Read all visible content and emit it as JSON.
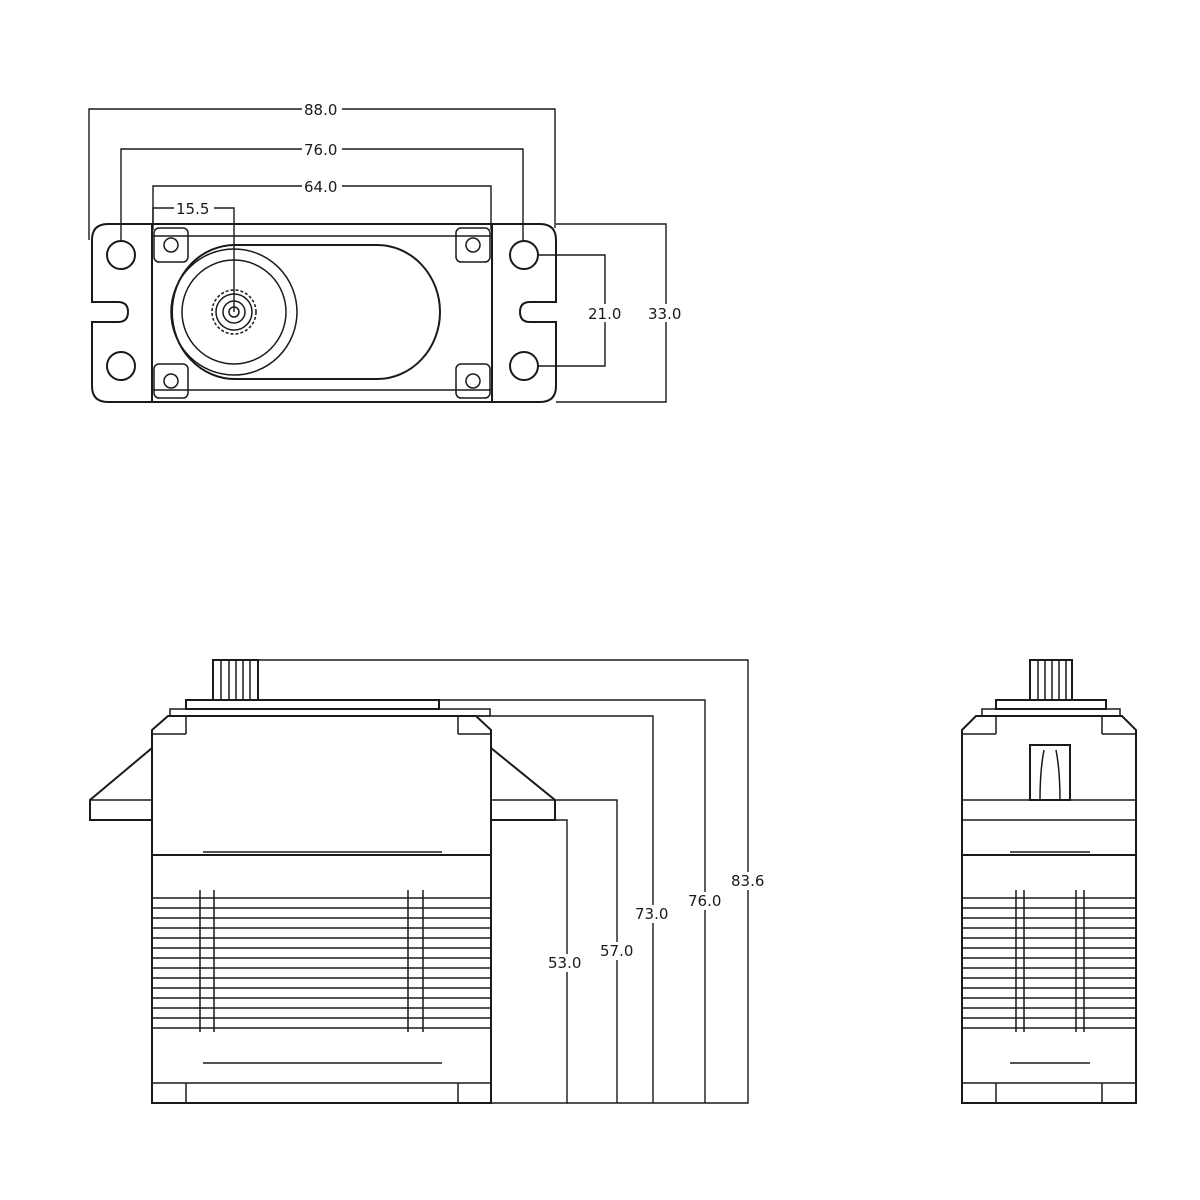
{
  "top_view": {
    "dimensions": {
      "overall_width": "88.0",
      "mount_hole_spacing": "76.0",
      "body_width": "64.0",
      "output_shaft_offset": "15.5",
      "mount_hole_vertical": "21.0",
      "overall_depth": "33.0"
    }
  },
  "side_view": {
    "dimensions": {
      "to_mount_bottom": "53.0",
      "to_mount_top": "57.0",
      "to_case_top": "73.0",
      "to_horn_plate": "76.0",
      "to_spline_top": "83.6"
    }
  },
  "colors": {
    "line": "#1a1a1a",
    "background": "#ffffff"
  }
}
